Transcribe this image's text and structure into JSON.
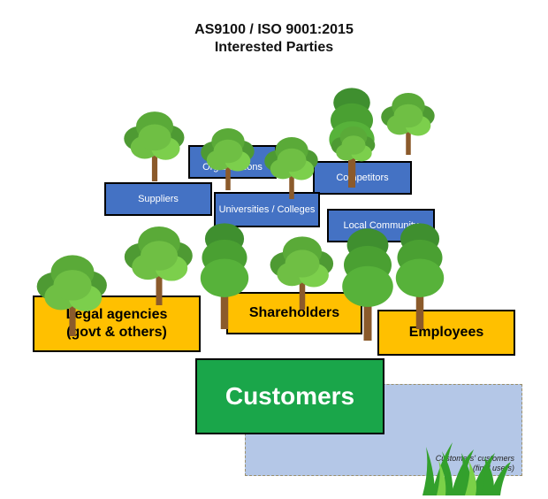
{
  "title": {
    "line1": "AS9100 / ISO 9001:2015",
    "line2": "Interested Parties"
  },
  "parties": {
    "ngo": "NGO / Organizations",
    "competitors": "Competitors",
    "suppliers": "Suppliers",
    "universities": "Universities / Colleges",
    "local_community": "Local Community",
    "legal_agencies": "Legal agencies\n(govt & others)",
    "shareholders": "Shareholders",
    "employees": "Employees",
    "customers": "Customers",
    "end_users": "Customers' customers\n(final users)"
  },
  "colors": {
    "tier_box": "#4472c4",
    "key_box": "#ffc000",
    "customer_box": "#1aa64a",
    "end_user_area": "#b4c7e7",
    "tree_canopy": "#6fbf44",
    "tree_trunk": "#8b5a2b",
    "grass": "#33a02c"
  },
  "icons": [
    "tree-icon",
    "grass-icon"
  ]
}
